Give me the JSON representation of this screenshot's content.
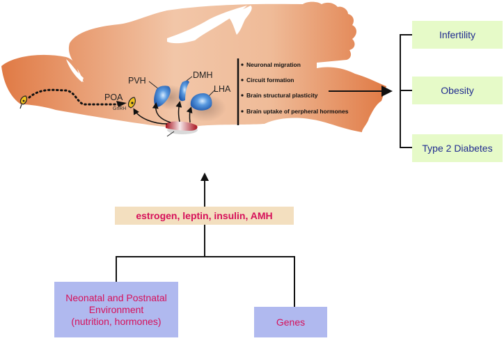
{
  "brain": {
    "regions": {
      "poa": "POA",
      "gnrh": "GnRH",
      "pvh": "PVH",
      "dmh": "DMH",
      "lha": "LHA"
    },
    "processes": [
      "Neuronal migration",
      "Circuit formation",
      "Brain structural plasticity",
      "Brain uptake of perpheral hormones"
    ]
  },
  "outcomes": [
    "Infertility",
    "Obesity",
    "Type 2 Diabetes"
  ],
  "hormones_label": "estrogen, leptin, insulin, AMH",
  "sources": {
    "environment": [
      "Neonatal and Postnatal",
      "Environment",
      "(nutrition, hormones)"
    ],
    "genes": "Genes"
  },
  "colors": {
    "brain_dark": "#e07a45",
    "brain_light": "#f2c6a8",
    "nucleus_blue": "#2e6cc4",
    "outcome_bg": "#e6fac8",
    "outcome_text": "#1f2a8f",
    "hormone_bg": "#f3dfbf",
    "accent_pink": "#d6105a",
    "source_bg": "#b0b9ef"
  }
}
